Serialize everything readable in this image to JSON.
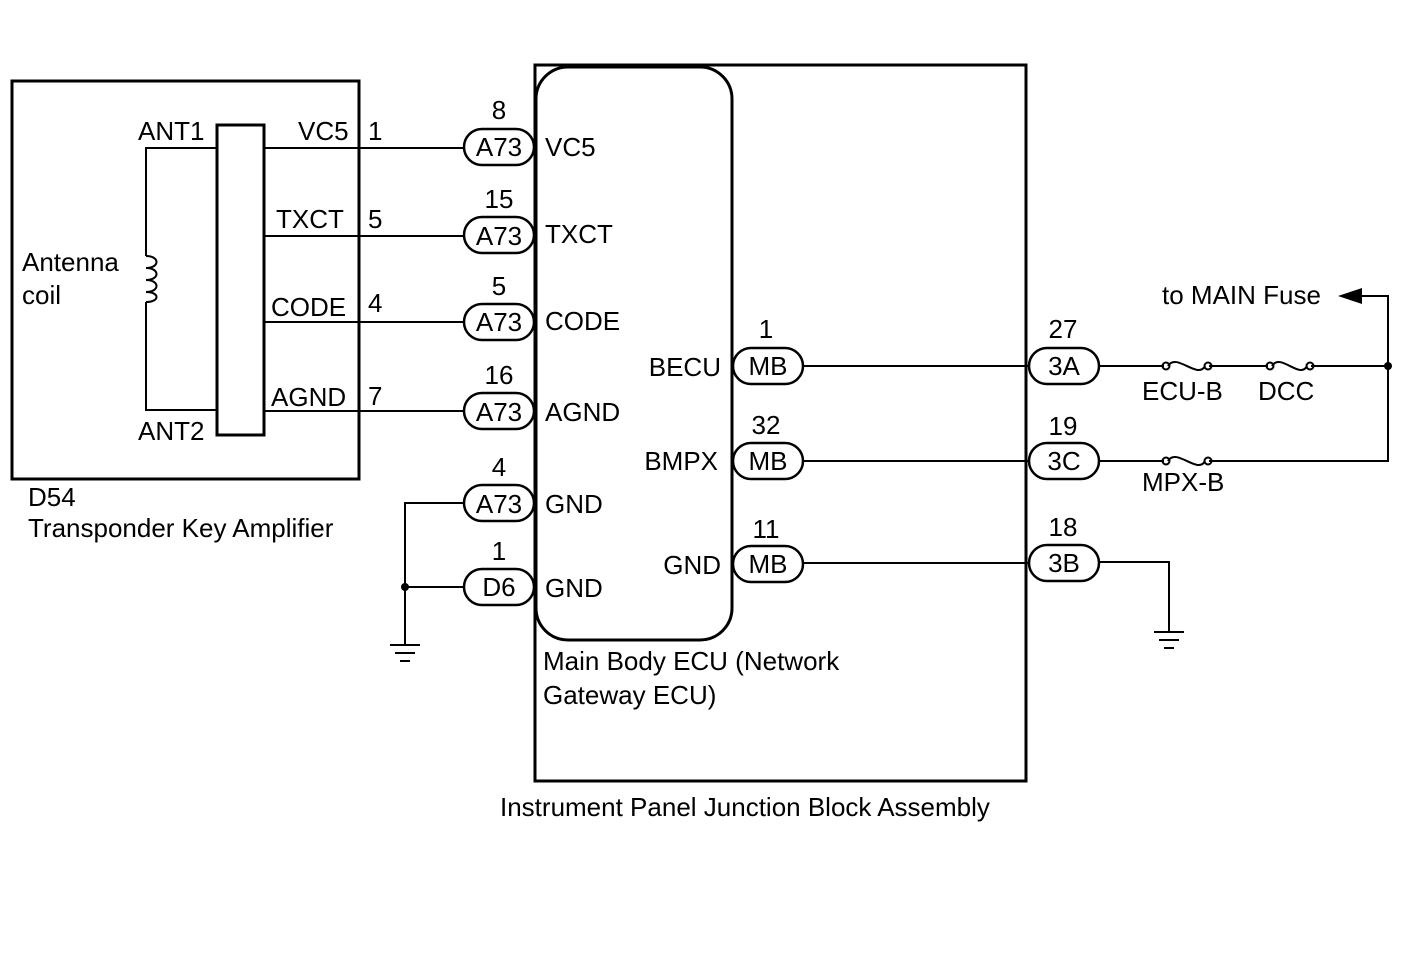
{
  "amplifier": {
    "id": "D54",
    "name": "Transponder Key Amplifier",
    "antenna_label_1": "Antenna",
    "antenna_label_2": "coil",
    "ant1": "ANT1",
    "ant2": "ANT2",
    "pins": [
      {
        "name": "VC5",
        "pin": "1"
      },
      {
        "name": "TXCT",
        "pin": "5"
      },
      {
        "name": "CODE",
        "pin": "4"
      },
      {
        "name": "AGND",
        "pin": "7"
      }
    ]
  },
  "ecu_left": [
    {
      "conn": "A73",
      "pin": "8",
      "signal": "VC5"
    },
    {
      "conn": "A73",
      "pin": "15",
      "signal": "TXCT"
    },
    {
      "conn": "A73",
      "pin": "5",
      "signal": "CODE"
    },
    {
      "conn": "A73",
      "pin": "16",
      "signal": "AGND"
    },
    {
      "conn": "A73",
      "pin": "4",
      "signal": "GND"
    },
    {
      "conn": "D6",
      "pin": "1",
      "signal": "GND"
    }
  ],
  "ecu_right": [
    {
      "conn": "MB",
      "pin": "1",
      "signal": "BECU"
    },
    {
      "conn": "MB",
      "pin": "32",
      "signal": "BMPX"
    },
    {
      "conn": "MB",
      "pin": "11",
      "signal": "GND"
    }
  ],
  "block_connectors": [
    {
      "conn": "3A",
      "pin": "27"
    },
    {
      "conn": "3C",
      "pin": "19"
    },
    {
      "conn": "3B",
      "pin": "18"
    }
  ],
  "ecu_name_line1": "Main Body ECU (Network",
  "ecu_name_line2": "Gateway ECU)",
  "junction_block": "Instrument Panel Junction Block Assembly",
  "fuses": {
    "ecu_b": "ECU-B",
    "dcc": "DCC",
    "mpx_b": "MPX-B"
  },
  "power_label": "to MAIN Fuse"
}
